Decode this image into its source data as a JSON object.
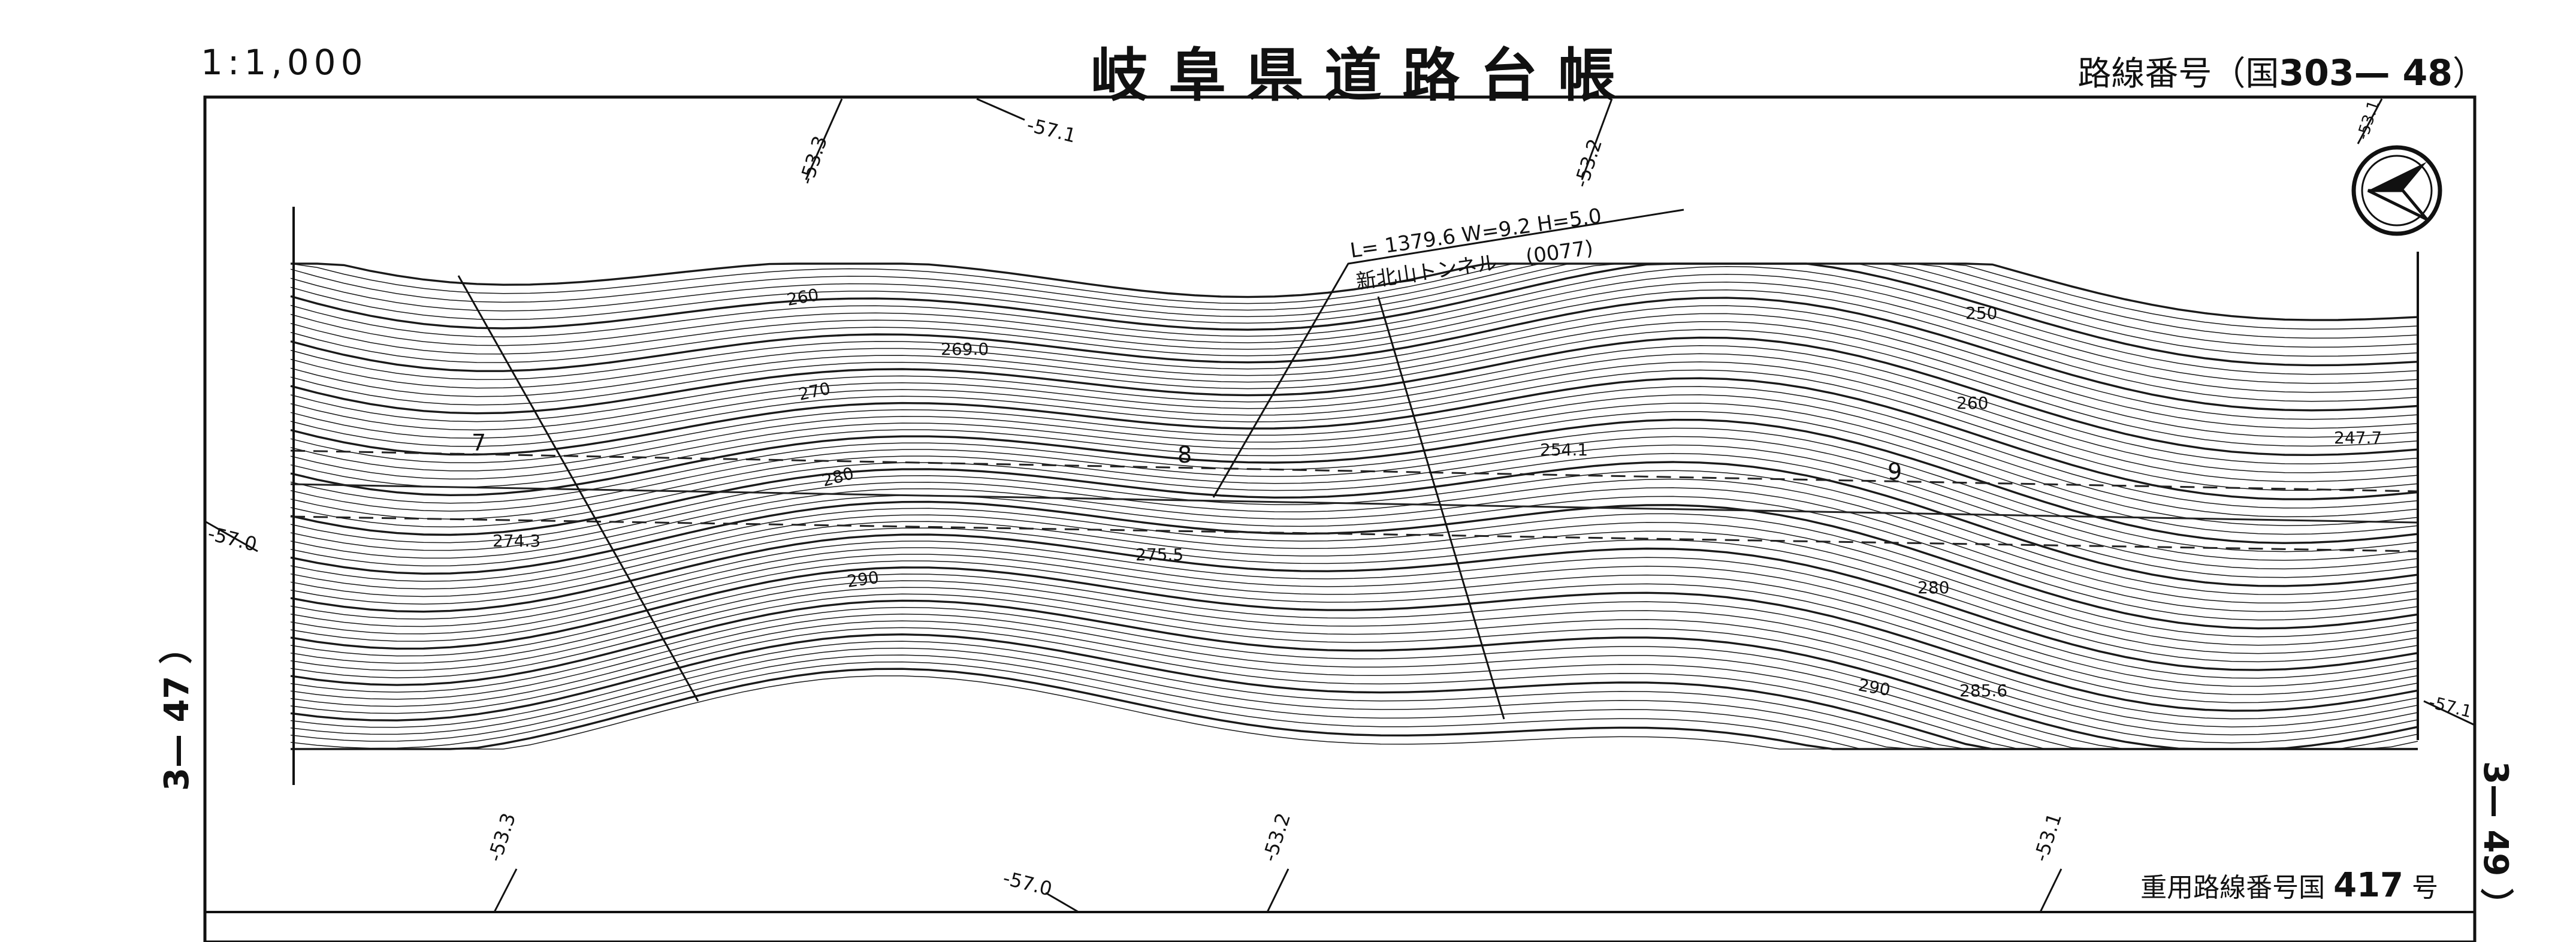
{
  "header": {
    "scale": "1:1,000",
    "title": "岐阜県道路台帳",
    "route_prefix": "路線番号（国",
    "route_number": "303— 48",
    "route_suffix": "）"
  },
  "footer": {
    "overlap_prefix": "重用路線番号国",
    "overlap_number": "417",
    "overlap_suffix": "号"
  },
  "sheet_refs": {
    "left": "3— 47 ）",
    "right": "3— 49 ）"
  },
  "tunnel": {
    "dimensions": "L= 1379.6   W=9.2   H=5.0",
    "name": "新北山トンネル",
    "code": "(0077)"
  },
  "stations": [
    "7",
    "8",
    "9"
  ],
  "spot_heights": [
    "274.3",
    "275.5",
    "269.0",
    "254.1",
    "247.7",
    "285.6"
  ],
  "contour_labels": [
    "260",
    "270",
    "280",
    "290",
    "250",
    "260",
    "280",
    "290"
  ],
  "grid_labels": [
    "-53.3",
    "-57.1",
    "-53.2",
    "-53.1",
    "-57.0",
    "-53.3",
    "-57.0",
    "-53.2",
    "-53.1",
    "-57.1"
  ],
  "north_arrow": "north-arrow-icon"
}
